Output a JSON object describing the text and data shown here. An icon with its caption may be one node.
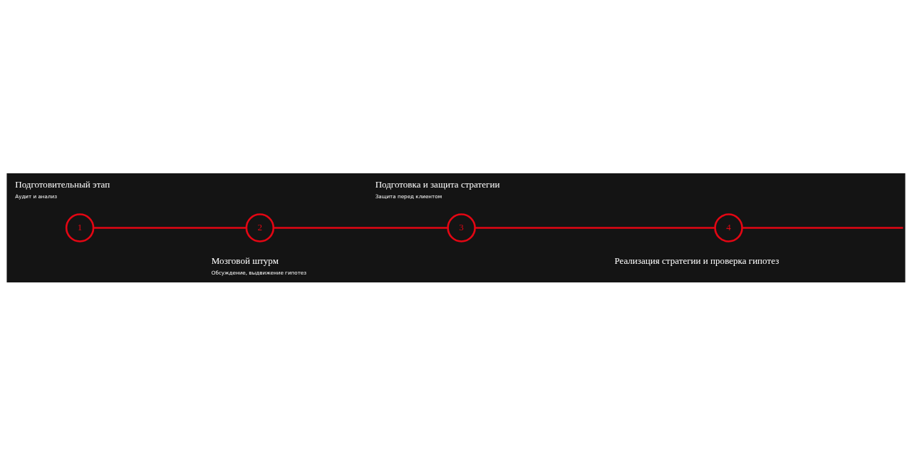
{
  "diagram": {
    "nodes": [
      {
        "text": [
          "1"
        ],
        "beside": [
          "Подготовительный этап",
          "Аудит и анализ"
        ]
      },
      {
        "text": [
          "2"
        ],
        "beside": [
          "Мозговой штурм",
          "Обсуждение, выдвижение гипотез"
        ]
      },
      {
        "text": [
          "3"
        ],
        "beside": [
          "Подготовка и защита стратегии",
          "Защита перед клиентом"
        ]
      },
      {
        "text": [
          "4"
        ],
        "beside": [
          "Реализация стратегии и проверка гипотез"
        ]
      }
    ],
    "edges": [
      {
        "from": 0,
        "to": 1,
        "arrow": "none"
      },
      {
        "from": 1,
        "to": 2,
        "arrow": "none"
      },
      {
        "from": 2,
        "to": 3,
        "arrow": "none"
      },
      {
        "from": 3,
        "to": null,
        "arrow": "none"
      }
    ]
  }
}
